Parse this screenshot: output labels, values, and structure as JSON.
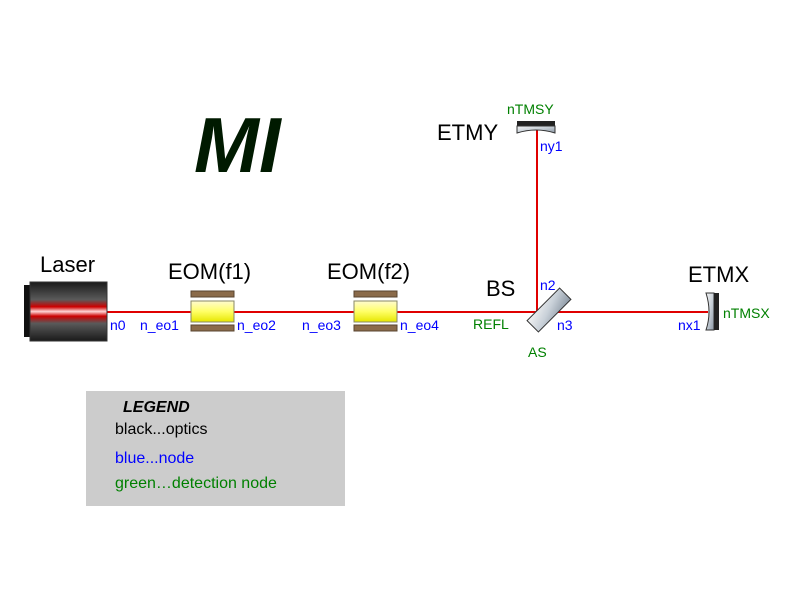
{
  "title": "MI",
  "components": {
    "laser": "Laser",
    "eom1": "EOM(f1)",
    "eom2": "EOM(f2)",
    "bs": "BS",
    "etmx": "ETMX",
    "etmy": "ETMY"
  },
  "nodes": {
    "n0": "n0",
    "n_eo1": "n_eo1",
    "n_eo2": "n_eo2",
    "n_eo3": "n_eo3",
    "n_eo4": "n_eo4",
    "n2": "n2",
    "n3": "n3",
    "nx1": "nx1",
    "ny1": "ny1"
  },
  "detection_nodes": {
    "refl": "REFL",
    "as": "AS",
    "ntmsx": "nTMSX",
    "ntmsy": "nTMSY"
  },
  "legend": {
    "title": "LEGEND",
    "black": "black...optics",
    "blue": "blue...node",
    "green": "green…detection node"
  },
  "colors": {
    "beam": "#e00000",
    "optics_label": "#000000",
    "node_label": "#0000ff",
    "detection_label": "#008000",
    "legend_bg": "#cccccc"
  }
}
